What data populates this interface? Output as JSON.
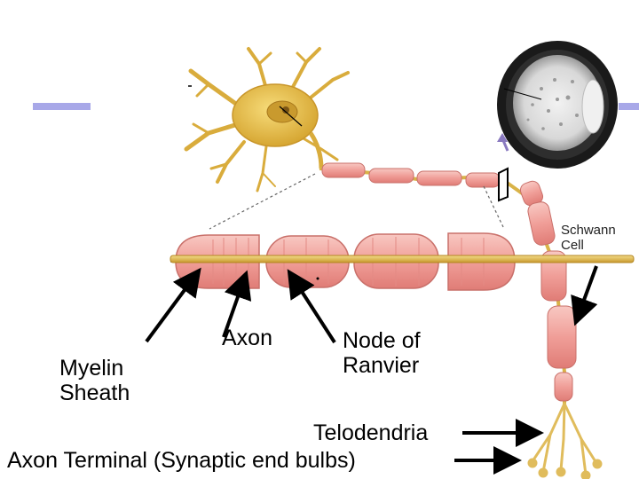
{
  "colors": {
    "accent_bar": "#a8a8e8",
    "myelin": "#f2a8a4",
    "myelin_dark": "#d9706a",
    "axon": "#d9b348",
    "soma": "#e6c04c",
    "arrow": "#000000"
  },
  "labels": {
    "axon": "Axon",
    "myelin_line1": "Myelin",
    "myelin_line2": "Sheath",
    "node_line1": "Node of",
    "node_line2": "Ranvier",
    "schwann_line1": "Schwann",
    "schwann_line2": "Cell",
    "telodendria": "Telodendria",
    "axon_terminal": "Axon Terminal (Synaptic end bulbs)"
  }
}
